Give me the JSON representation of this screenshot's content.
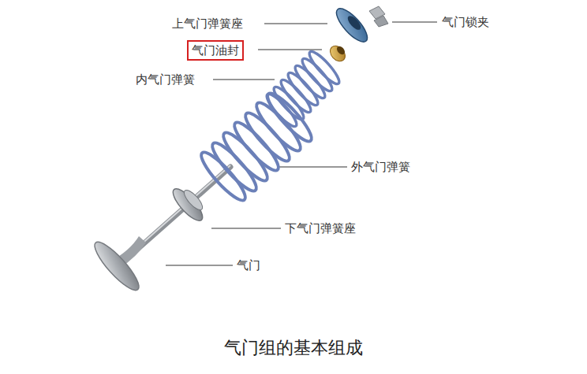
{
  "diagram": {
    "caption": "气门组的基本组成",
    "nodes": [
      {
        "text": [
          "气门油封"
        ]
      }
    ],
    "labels": [
      "上气门弹簧座",
      "气门锁夹",
      "内气门弹簧",
      "外气门弹簧",
      "下气门弹簧座",
      "气门"
    ]
  }
}
